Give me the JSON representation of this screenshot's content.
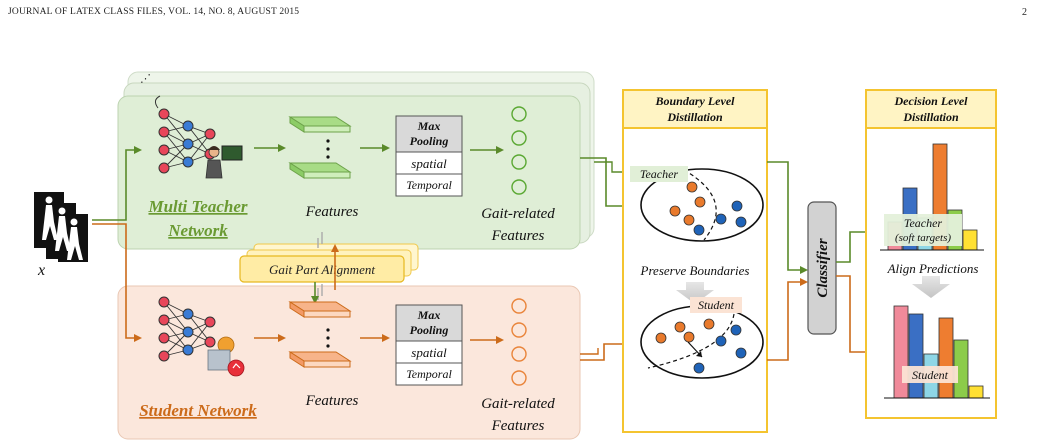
{
  "header": {
    "journal": "JOURNAL OF LATEX CLASS FILES, VOL. 14, NO. 8, AUGUST 2015",
    "page": "2"
  },
  "figure": {
    "input_label": "x",
    "teacher": {
      "title_line1": "Multi Teacher",
      "title_line2": "Network",
      "features": "Features",
      "gait_line1": "Gait-related",
      "gait_line2": "Features",
      "pool_title_line1": "Max",
      "pool_title_line2": "Pooling",
      "pool_spatial": "spatial",
      "pool_temporal": "Temporal",
      "stack_dots": "⋰"
    },
    "alignment": "Gait Part Alignment",
    "student": {
      "title": "Student Network",
      "features": "Features",
      "gait_line1": "Gait-related",
      "gait_line2": "Features",
      "pool_title_line1": "Max",
      "pool_title_line2": "Pooling",
      "pool_spatial": "spatial",
      "pool_temporal": "Temporal"
    },
    "boundary": {
      "title_line1": "Boundary Level",
      "title_line2": "Distillation",
      "teacher_label": "Teacher",
      "preserve": "Preserve Boundaries",
      "student_label": "Student"
    },
    "classifier": "Classifier",
    "decision": {
      "title_line1": "Decision Level",
      "title_line2": "Distillation",
      "teacher_line1": "Teacher",
      "teacher_line2": "(soft targets)",
      "align": "Align Predictions",
      "student_label": "Student"
    },
    "colors": {
      "teacher_green": "#5a8a2a",
      "student_orange": "#cc6b1a",
      "dot_orange": "#e97a2c",
      "dot_blue": "#1f63b8",
      "panel_yellow": "#f4c430",
      "bar_pink": "#f08a9a",
      "bar_blue": "#3a6fc4",
      "bar_cyan": "#8ed6e6",
      "bar_orange": "#ee7d30",
      "bar_green": "#8ccc4a",
      "bar_yellow": "#ffe033"
    }
  }
}
